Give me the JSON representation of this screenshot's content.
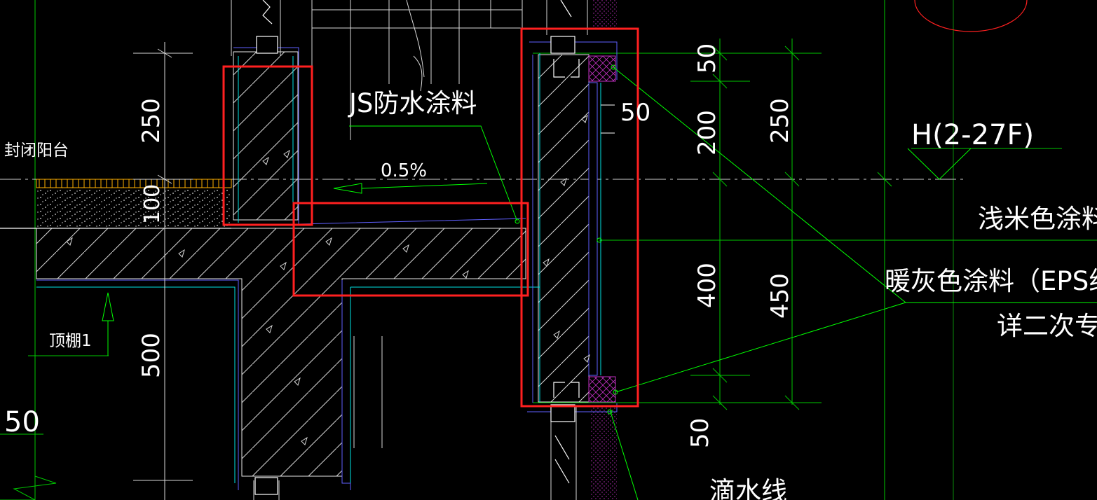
{
  "drawing": {
    "colors": {
      "background": "#000000",
      "grid_green": "#00c800",
      "leader_green": "#00ff00",
      "text_white": "#ffffff",
      "outline_cyan": "#00e5e5",
      "outline_blue": "#6060ff",
      "highlight_red": "#ff2020",
      "insulation_magenta": "#c030c0",
      "floor_orange": "#ffb000",
      "hatch_white": "#e8e8e8"
    }
  },
  "labels": {
    "waterproof": "JS防水涂料",
    "enclosed_balcony": "封闭阳台",
    "ceiling": "顶棚1",
    "slope": "0.5%",
    "light_beige": "浅米色涂料",
    "warm_gray": "暖灰色涂料（EPS组",
    "see_secondary": "详二次专项",
    "drip_line": "滴水线",
    "level_tag": "H(2-27F)"
  },
  "dimensions": {
    "d250_left": "250",
    "d100_left": "100",
    "d500_left": "500",
    "d50_far_left": "50",
    "d50_inner": "50",
    "d50_top": "50",
    "d200": "200",
    "d400": "400",
    "d50_bottom": "50",
    "d250_right": "250",
    "d450_right": "450"
  }
}
